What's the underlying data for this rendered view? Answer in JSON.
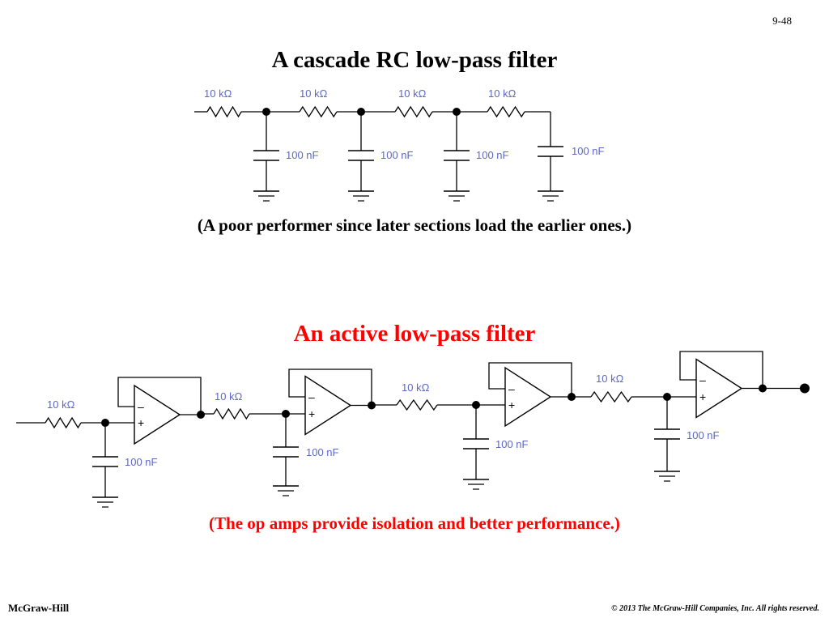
{
  "slide_number": "9-48",
  "top": {
    "title": "A cascade RC low-pass filter",
    "caption": "(A poor performer since later sections load the earlier ones.)",
    "resistor_label": "10 kΩ",
    "capacitor_label": "100 nF"
  },
  "bottom": {
    "title": "An active low-pass filter",
    "caption": "(The op amps provide isolation and better performance.)",
    "resistor_label": "10 kΩ",
    "capacitor_label": "100 nF",
    "opamp_minus": "–",
    "opamp_plus": "+"
  },
  "footer": {
    "publisher": "McGraw-Hill",
    "copyright": "© 2013 The McGraw-Hill Companies, Inc. All rights reserved."
  },
  "colors": {
    "title_red": "#ff0000",
    "label_blue": "#5d67c9",
    "wire": "#000000"
  }
}
